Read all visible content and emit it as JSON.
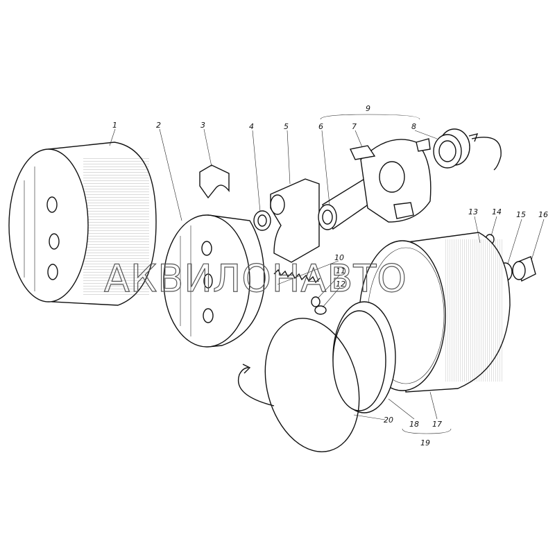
{
  "watermark": "АКВИЛОНАВТО",
  "labels": {
    "p1": "1",
    "p2": "2",
    "p3": "3",
    "p4": "4",
    "p5": "5",
    "p6": "6",
    "p7": "7",
    "p8": "8",
    "p9": "9",
    "p10": "10",
    "p11": "11",
    "p12": "12",
    "p13": "13",
    "p14": "14",
    "p15": "15",
    "p16": "16",
    "p17": "17",
    "p18": "18",
    "p19": "19",
    "p20": "20"
  }
}
